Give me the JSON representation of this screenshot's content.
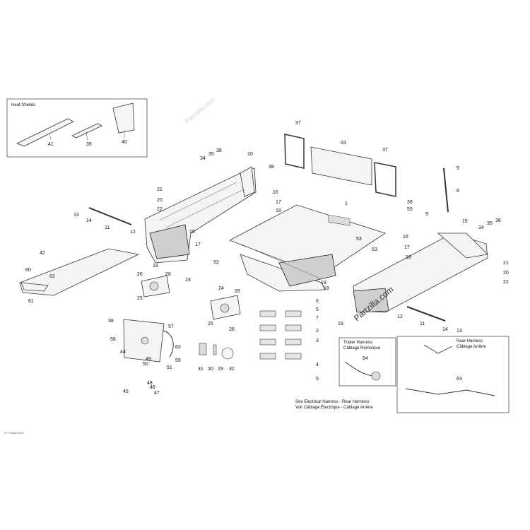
{
  "diagram": {
    "heat_shields_title": "Heat Shields",
    "trailer_harness_title": [
      "Trailer Harness",
      "Câblage Remorque"
    ],
    "rear_harness_title": [
      "Rear Harness",
      "Câblage Arrière"
    ],
    "electrical_note": [
      "See Electrical Harness - Rear Harness/",
      "Voir Câblage Électrique - Câblage Arrière"
    ],
    "watermark_main": "Partzilla.com",
    "watermark_faint": "Partzilla.com",
    "drawing_ref": "F17Y9000.SVG"
  },
  "callouts": [
    {
      "id": "c1",
      "text": "1"
    },
    {
      "id": "c2",
      "text": "2"
    },
    {
      "id": "c3",
      "text": "3"
    },
    {
      "id": "c4",
      "text": "4"
    },
    {
      "id": "c5a",
      "text": "5"
    },
    {
      "id": "c5b",
      "text": "5"
    },
    {
      "id": "c6",
      "text": "6"
    },
    {
      "id": "c7",
      "text": "7"
    },
    {
      "id": "c8",
      "text": "8"
    },
    {
      "id": "c9a",
      "text": "9"
    },
    {
      "id": "c9b",
      "text": "9"
    },
    {
      "id": "c10",
      "text": "10"
    },
    {
      "id": "c11a",
      "text": "11"
    },
    {
      "id": "c11b",
      "text": "11"
    },
    {
      "id": "c12a",
      "text": "12"
    },
    {
      "id": "c12b",
      "text": "12"
    },
    {
      "id": "c13a",
      "text": "13"
    },
    {
      "id": "c13b",
      "text": "13"
    },
    {
      "id": "c14a",
      "text": "14"
    },
    {
      "id": "c14b",
      "text": "14"
    },
    {
      "id": "c15",
      "text": "15"
    },
    {
      "id": "c16a",
      "text": "16"
    },
    {
      "id": "c16b",
      "text": "16"
    },
    {
      "id": "c17a",
      "text": "17"
    },
    {
      "id": "c17b",
      "text": "17"
    },
    {
      "id": "c17c",
      "text": "17"
    },
    {
      "id": "c18a",
      "text": "18"
    },
    {
      "id": "c18b",
      "text": "18"
    },
    {
      "id": "c18c",
      "text": "18"
    },
    {
      "id": "c19a",
      "text": "19"
    },
    {
      "id": "c19b",
      "text": "19"
    },
    {
      "id": "c19c",
      "text": "19"
    },
    {
      "id": "c19d",
      "text": "19"
    },
    {
      "id": "c20a",
      "text": "20"
    },
    {
      "id": "c20b",
      "text": "20"
    },
    {
      "id": "c21a",
      "text": "21"
    },
    {
      "id": "c21b",
      "text": "21"
    },
    {
      "id": "c22a",
      "text": "22"
    },
    {
      "id": "c22b",
      "text": "22"
    },
    {
      "id": "c23",
      "text": "23"
    },
    {
      "id": "c24",
      "text": "24"
    },
    {
      "id": "c25a",
      "text": "25"
    },
    {
      "id": "c25b",
      "text": "25"
    },
    {
      "id": "c26a",
      "text": "26"
    },
    {
      "id": "c26b",
      "text": "26"
    },
    {
      "id": "c28a",
      "text": "28"
    },
    {
      "id": "c28b",
      "text": "28"
    },
    {
      "id": "c29",
      "text": "29"
    },
    {
      "id": "c30",
      "text": "30"
    },
    {
      "id": "c31",
      "text": "31"
    },
    {
      "id": "c32",
      "text": "32"
    },
    {
      "id": "c33",
      "text": "33"
    },
    {
      "id": "c34a",
      "text": "34"
    },
    {
      "id": "c34b",
      "text": "34"
    },
    {
      "id": "c35a",
      "text": "35"
    },
    {
      "id": "c35b",
      "text": "35"
    },
    {
      "id": "c36",
      "text": "36"
    },
    {
      "id": "c37a",
      "text": "37"
    },
    {
      "id": "c37b",
      "text": "37"
    },
    {
      "id": "c38a",
      "text": "38"
    },
    {
      "id": "c38b",
      "text": "38"
    },
    {
      "id": "c38c",
      "text": "38"
    },
    {
      "id": "c38d",
      "text": "38"
    },
    {
      "id": "c39",
      "text": "39"
    },
    {
      "id": "c40",
      "text": "40"
    },
    {
      "id": "c41",
      "text": "41"
    },
    {
      "id": "c42",
      "text": "42"
    },
    {
      "id": "c44",
      "text": "44"
    },
    {
      "id": "c45",
      "text": "45"
    },
    {
      "id": "c47",
      "text": "47"
    },
    {
      "id": "c48a",
      "text": "48"
    },
    {
      "id": "c48b",
      "text": "48"
    },
    {
      "id": "c49",
      "text": "49"
    },
    {
      "id": "c50",
      "text": "50"
    },
    {
      "id": "c51",
      "text": "51"
    },
    {
      "id": "c52",
      "text": "52"
    },
    {
      "id": "c53a",
      "text": "53"
    },
    {
      "id": "c53b",
      "text": "53"
    },
    {
      "id": "c55",
      "text": "55"
    },
    {
      "id": "c56",
      "text": "56"
    },
    {
      "id": "c57",
      "text": "57"
    },
    {
      "id": "c59",
      "text": "59"
    },
    {
      "id": "c60",
      "text": "60"
    },
    {
      "id": "c61",
      "text": "61"
    },
    {
      "id": "c62",
      "text": "62"
    },
    {
      "id": "c63a",
      "text": "63"
    },
    {
      "id": "c63b",
      "text": "63"
    },
    {
      "id": "c64",
      "text": "64"
    }
  ]
}
